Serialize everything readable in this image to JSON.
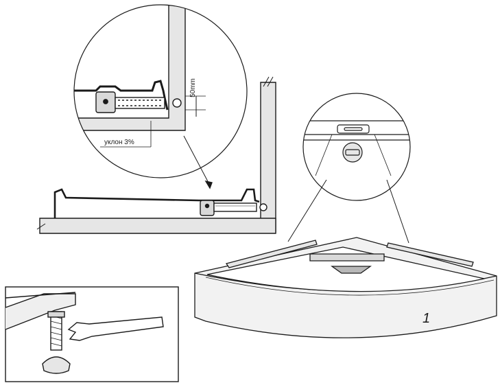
{
  "labels": {
    "height_dimension": "50mm",
    "slope_label": "уклон 3%",
    "part_number": "1"
  },
  "colors": {
    "line": "#1a1a1a",
    "wall_fill": "#e6e6e6",
    "detail_fill": "#d9d9d9",
    "background": "#ffffff"
  }
}
